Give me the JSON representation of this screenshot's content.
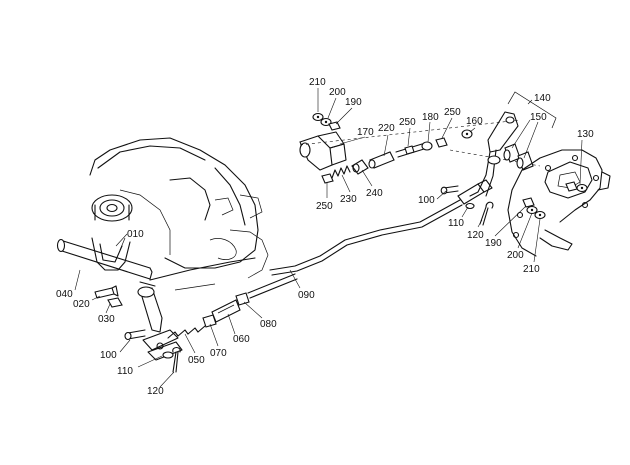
{
  "diagram": {
    "callouts": [
      "010",
      "020",
      "030",
      "040",
      "050",
      "060",
      "070",
      "080",
      "090",
      "100",
      "110",
      "120",
      "100",
      "110",
      "120",
      "130",
      "140",
      "150",
      "160",
      "170",
      "180",
      "190",
      "200",
      "210",
      "210",
      "200",
      "190",
      "220",
      "230",
      "240",
      "250",
      "250",
      "250"
    ]
  }
}
